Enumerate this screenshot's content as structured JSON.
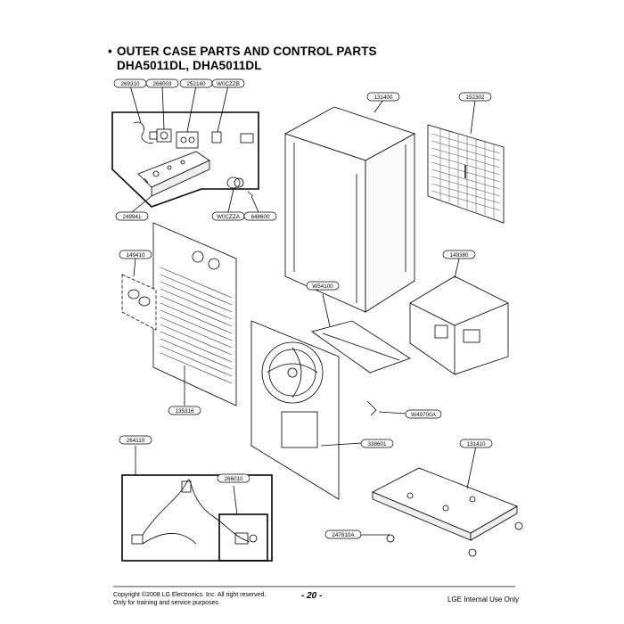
{
  "title": {
    "bullet": "•",
    "line1": "OUTER CASE PARTS AND CONTROL PARTS",
    "line2": "DHA5011DL, DHA5011DL"
  },
  "part_labels": {
    "p269310": "269310",
    "p266003": "266003",
    "p252160": "252160",
    "pW0CZZB": "W0CZZB",
    "p131400": "131400",
    "p152302": "152302",
    "p249941": "249941",
    "pW0CZZA": "W0CZZA",
    "p648600": "648600",
    "p149410": "149410",
    "p149380": "149380",
    "pW54100": "W54100",
    "p135316": "135316",
    "pW49700A": "W49700A",
    "p264110": "264110",
    "p338601": "338601",
    "p131410": "131410",
    "p266010": "266010",
    "p247810A": "247810A"
  },
  "footer": {
    "copyright": "Copyright ©2008 LG Electronics. Inc. All right reserved.",
    "training": "Only for training and service purposes",
    "page": "- 20 -",
    "internal": "LGE Internal Use Only"
  }
}
